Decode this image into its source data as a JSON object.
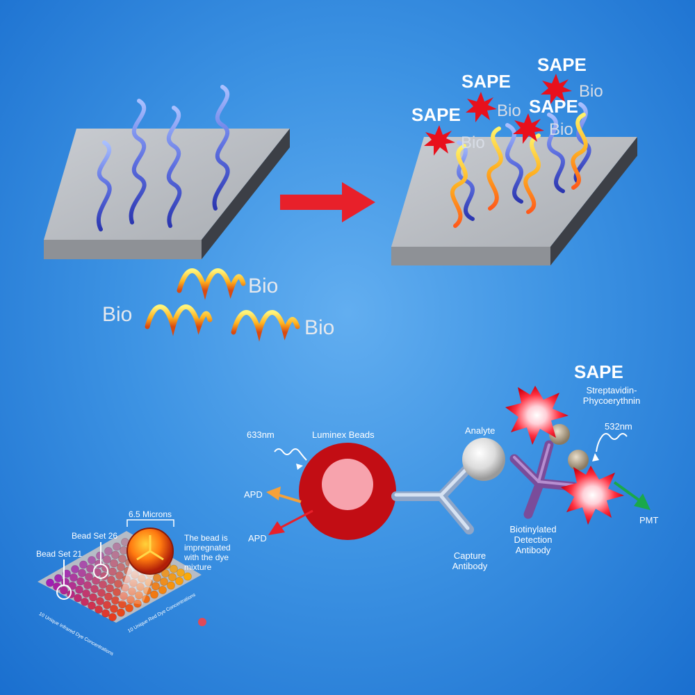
{
  "top": {
    "bio_labels": [
      "Bio",
      "Bio",
      "Bio"
    ],
    "right_sape": [
      "SAPE",
      "SAPE",
      "SAPE",
      "SAPE"
    ],
    "right_bio": [
      "Bio",
      "Bio",
      "Bio",
      "Bio"
    ]
  },
  "assay": {
    "sape_title": "SAPE",
    "sape_full": "Streptavidin-\nPhycoerythnin",
    "laser_red": "633nm",
    "laser_green": "532nm",
    "bead_label": "Luminex Beads",
    "analyte": "Analyte",
    "capture": "Capture\nAntibody",
    "detection": "Biotinylated\nDetection\nAntibody",
    "apd1": "APD",
    "apd2": "APD",
    "pmt": "PMT"
  },
  "beads": {
    "size": "6.5 Microns",
    "set26": "Bead Set 26",
    "set21": "Bead Set 21",
    "note": "The bead is\nimpregnated\nwith the dye\nmixture",
    "axis_left": "10 Unique Infrared Dye Concentrations",
    "axis_right": "10 Unique Red Dye Concentrations"
  },
  "colors": {
    "background": "#3d93e3",
    "arrow": "#e8202a",
    "bead_ring": "#c20d14",
    "bead_core": "#f7a3ad",
    "sape_star": "#e8101c",
    "pmt_arrow": "#1aa84a",
    "apd_orange": "#f5a13a"
  }
}
